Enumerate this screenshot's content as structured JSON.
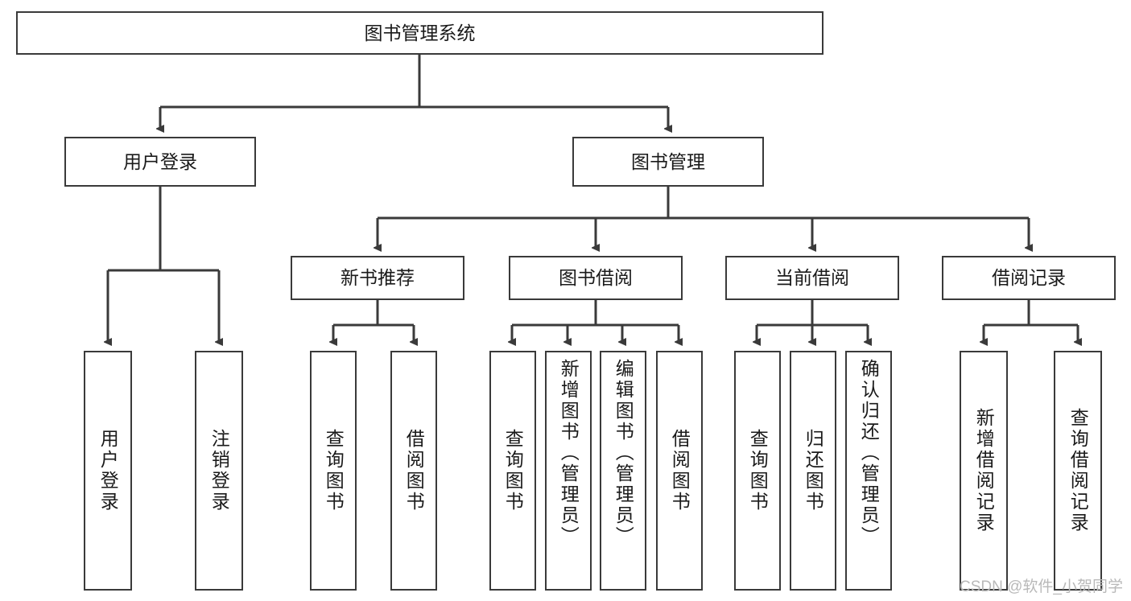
{
  "diagram": {
    "title": "图书管理系统",
    "type": "tree-hierarchy-diagram",
    "style": {
      "box_border_color": "#3a3a3a",
      "box_fill_color": "#ffffff",
      "connector_color": "#3a3a3a",
      "text_color": "#1a1a1a",
      "background_color": "#ffffff"
    },
    "nodes": {
      "root": {
        "label": "图书管理系统"
      },
      "level2": [
        {
          "label": "用户登录"
        },
        {
          "label": "图书管理"
        }
      ],
      "level3": [
        {
          "label": "新书推荐"
        },
        {
          "label": "图书借阅"
        },
        {
          "label": "当前借阅"
        },
        {
          "label": "借阅记录"
        }
      ],
      "leaves": {
        "user_login": [
          {
            "label": "用户登录"
          },
          {
            "label": "注销登录"
          }
        ],
        "new_book_recommend": [
          {
            "label": "查询图书"
          },
          {
            "label": "借阅图书"
          }
        ],
        "book_borrow": [
          {
            "label": "查询图书"
          },
          {
            "label": "新增图书（管理员）"
          },
          {
            "label": "编辑图书（管理员）"
          },
          {
            "label": "借阅图书"
          }
        ],
        "current_borrow": [
          {
            "label": "查询图书"
          },
          {
            "label": "归还图书"
          },
          {
            "label": "确认归还（管理员）"
          }
        ],
        "borrow_records": [
          {
            "label": "新增借阅记录"
          },
          {
            "label": "查询借阅记录"
          }
        ]
      }
    }
  },
  "watermark": {
    "text": "CSDN @软件_小贺同学"
  }
}
